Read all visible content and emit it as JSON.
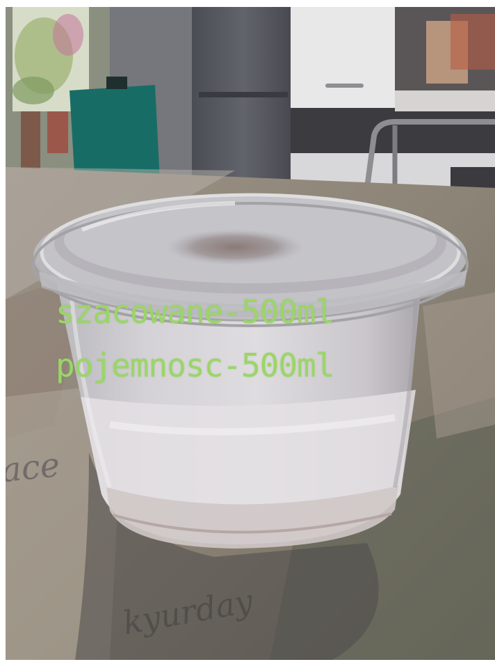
{
  "photo": {
    "caption_line_1": "szacowane-500ml",
    "caption_line_2": "pojemnosc-500ml",
    "caption_color": "#9ad667",
    "table_script_left": "ace",
    "table_script_bottom": "kyurday"
  }
}
